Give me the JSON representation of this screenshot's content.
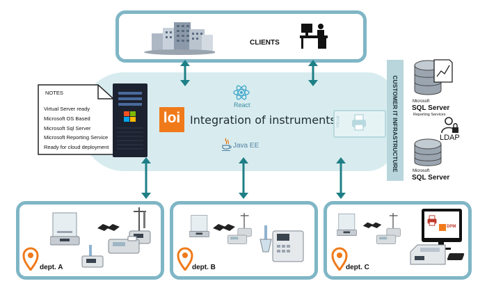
{
  "clients_label": "CLIENTS",
  "notes": {
    "title": "NOTES",
    "items": [
      "Virtual Server ready",
      "Microsoft OS Based",
      "Microsoft Sql Server",
      "Microsoft Reporting Service",
      "Ready for cloud deployment"
    ]
  },
  "center": {
    "logo": "loi",
    "title": "Integration of instruments",
    "react_label": "React",
    "java_label": "Java EE",
    "virtual_label": "Virtual"
  },
  "infra": {
    "label": "CUSTOMER IT INFRASTRUCTURE",
    "db1_vendor": "Microsoft",
    "db1_name": "SQL Server",
    "db1_sub": "Reporting Services",
    "ldap": "LDAP",
    "db2_vendor": "Microsoft",
    "db2_name": "SQL Server"
  },
  "departments": [
    {
      "label": "dept. A"
    },
    {
      "label": "dept. B"
    },
    {
      "label": "dept. C"
    }
  ],
  "dpm_badge": "DPM",
  "colors": {
    "frame": "#7fb6c6",
    "cloud": "#d8ecef",
    "arrow": "#1e7f86",
    "accent": "#f07a1a",
    "infra_bar": "#b8d6dc"
  }
}
